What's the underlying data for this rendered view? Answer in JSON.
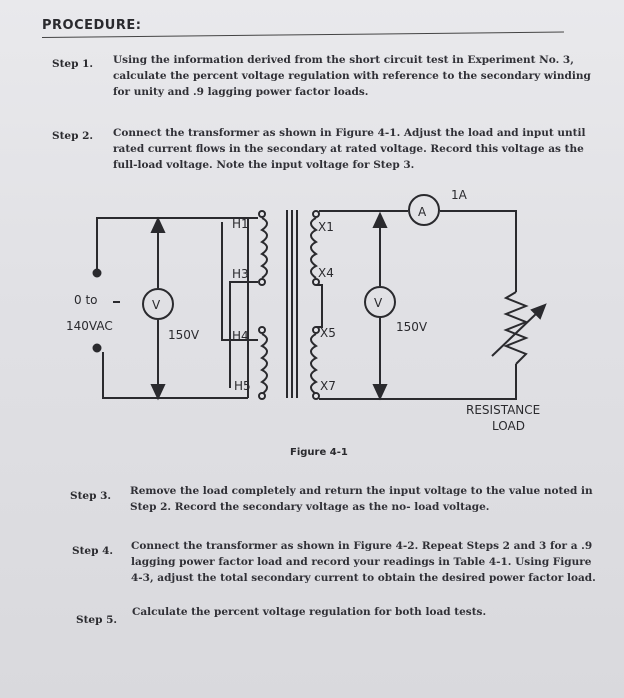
{
  "heading": "PROCEDURE:",
  "steps": [
    {
      "label": "Step 1.",
      "lines": [
        "Using the information derived from the short circuit test in Experiment No. 3,",
        "calculate the percent voltage regulation with reference to the secondary winding",
        "for unity and .9 lagging power factor loads."
      ]
    },
    {
      "label": "Step 2.",
      "lines": [
        "Connect the transformer as shown in Figure 4-1. Adjust the load and input until",
        "rated current flows in the secondary at rated voltage. Record this voltage as the",
        "full-load voltage. Note the input voltage for Step 3."
      ]
    },
    {
      "label": "Step 3.",
      "lines": [
        "Remove the load completely and return the input voltage to the value noted in",
        "Step 2. Record the secondary voltage as the no- load voltage."
      ]
    },
    {
      "label": "Step 4.",
      "lines": [
        "Connect the transformer as shown in Figure 4-2. Repeat Steps 2 and 3 for a .9",
        "lagging power factor load and record your readings in Table 4-1. Using Figure",
        "4-3, adjust the total secondary current to obtain the desired power factor load."
      ]
    },
    {
      "label": "Step 5.",
      "lines": [
        "Calculate the percent voltage regulation for both load tests."
      ]
    }
  ],
  "figure": {
    "caption": "Figure 4-1",
    "source_label_1": "0 to",
    "source_label_2": "140VAC",
    "voltmeter_symbol": "V",
    "ammeter_symbol": "A",
    "ammeter_rating": "1A",
    "primary_voltage": "150V",
    "secondary_voltage": "150V",
    "primary_taps": [
      "H1",
      "H3",
      "H4",
      "H5"
    ],
    "secondary_taps": [
      "X1",
      "X4",
      "X5",
      "X7"
    ],
    "load_label_1": "RESISTANCE",
    "load_label_2": "LOAD"
  }
}
